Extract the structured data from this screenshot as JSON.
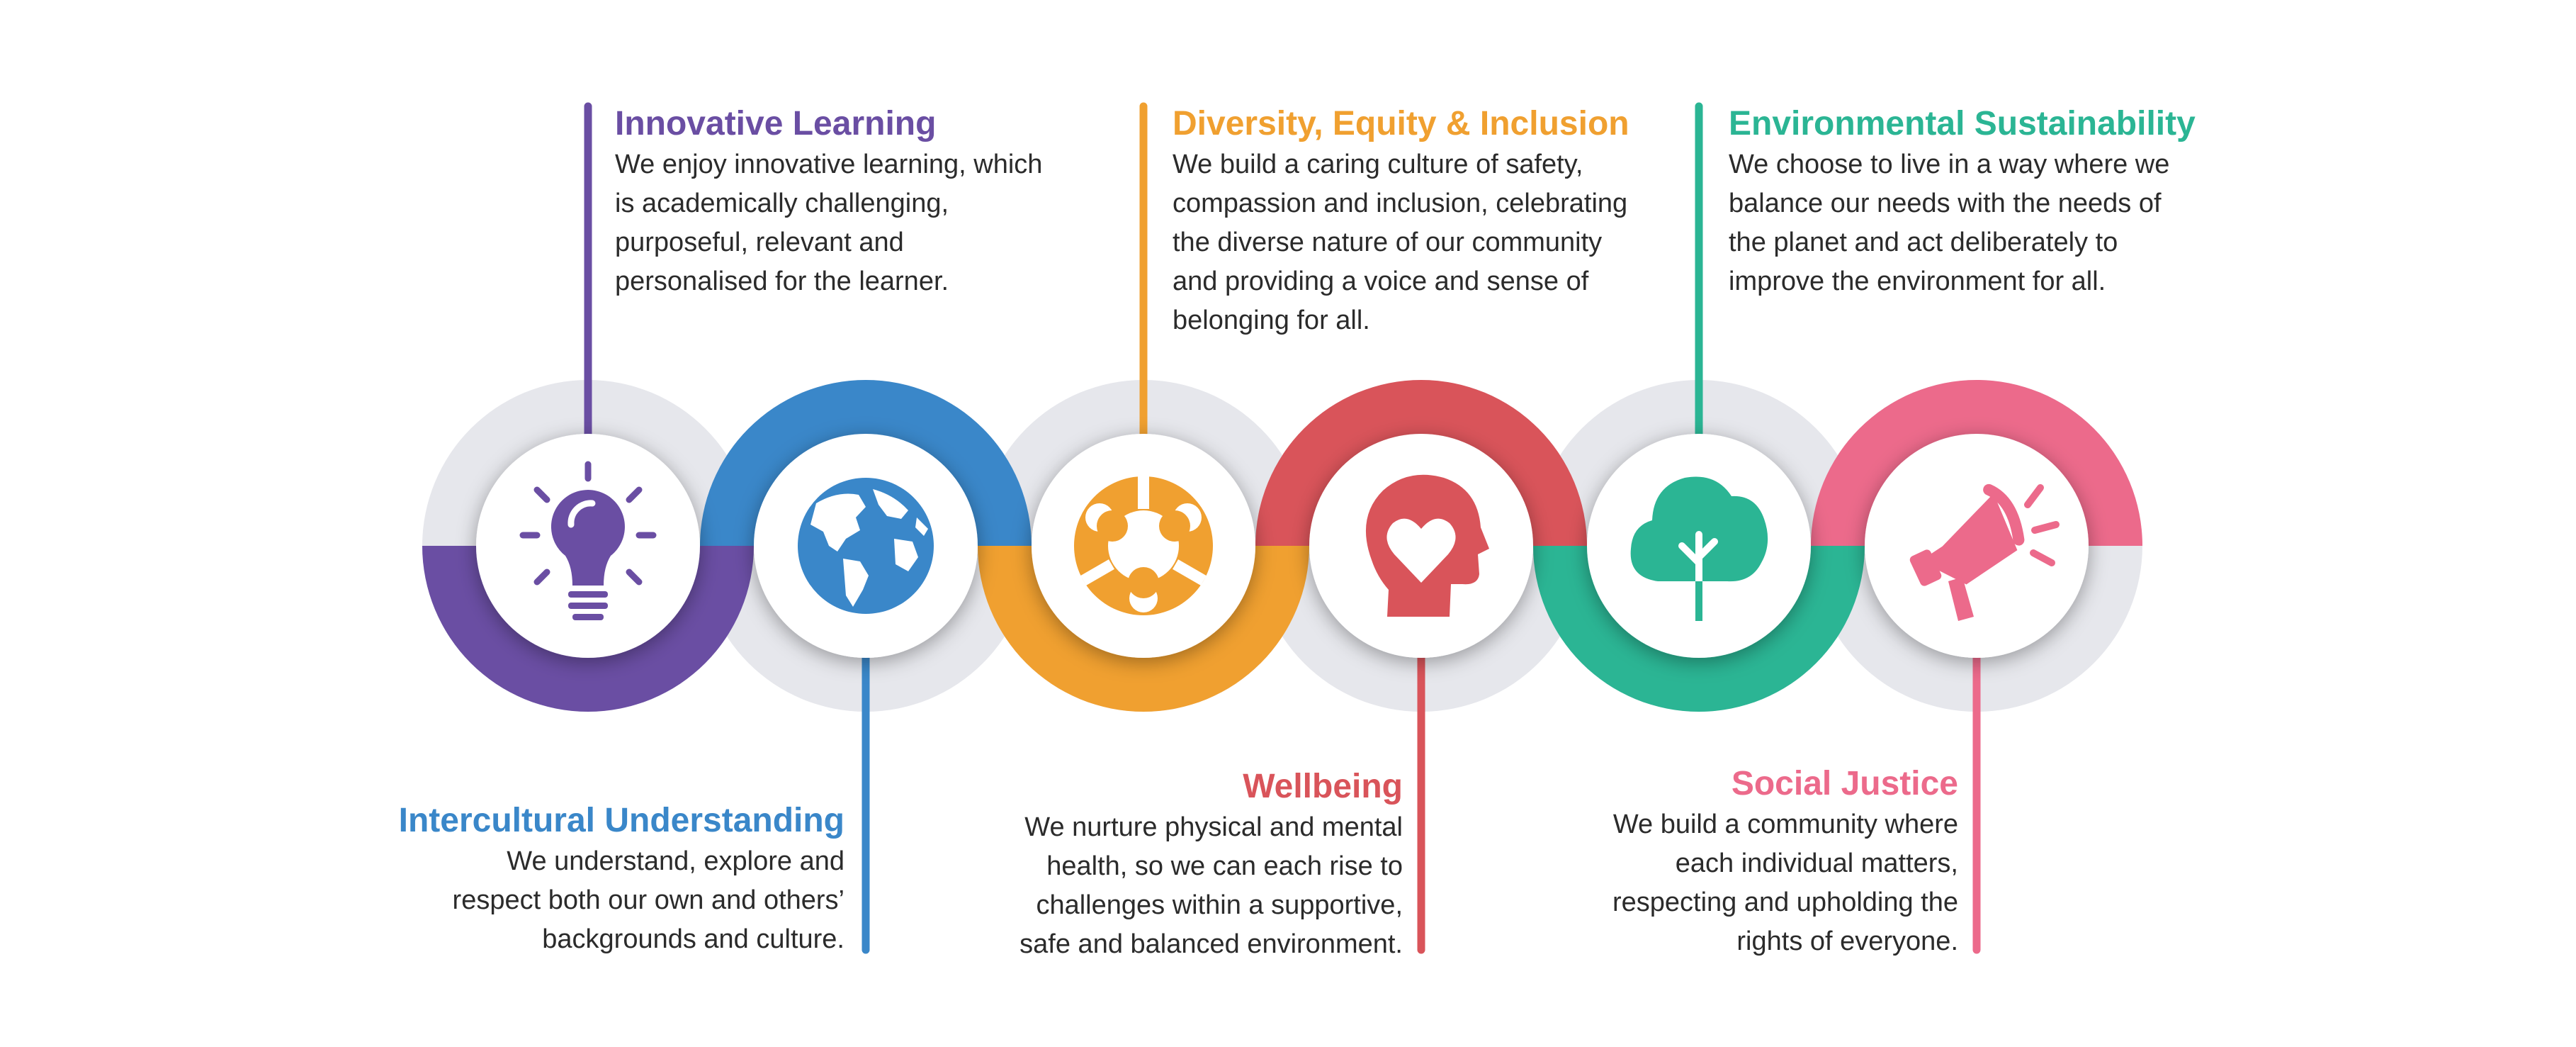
{
  "colors": {
    "innovative": "#6a4ea3",
    "intercultural": "#3a87c9",
    "dei": "#f0a030",
    "wellbeing": "#d9545a",
    "environment": "#2bb594",
    "social": "#ec6a8b",
    "track_gray": "#e6e7ec"
  },
  "values": [
    {
      "id": "innovative",
      "icon": "lightbulb-icon",
      "title": "Innovative Learning",
      "description": "We enjoy innovative learning, which\nis academically challenging,\npurposeful, relevant and\npersonalised for the learner."
    },
    {
      "id": "intercultural",
      "icon": "globe-icon",
      "title": "Intercultural Understanding",
      "description": "We understand, explore and\nrespect both our own and others’\nbackgrounds and culture."
    },
    {
      "id": "dei",
      "icon": "community-circle-icon",
      "title": "Diversity, Equity & Inclusion",
      "description": "We build a caring culture of safety,\ncompassion and inclusion, celebrating\nthe diverse nature of our community\nand providing a voice and sense of\nbelonging for all."
    },
    {
      "id": "wellbeing",
      "icon": "head-heart-icon",
      "title": "Wellbeing",
      "description": "We nurture physical and mental\nhealth, so we can each rise to\nchallenges within a supportive,\nsafe and balanced environment."
    },
    {
      "id": "environment",
      "icon": "tree-icon",
      "title": "Environmental Sustainability",
      "description": "We choose to live in a way where we\nbalance our needs with the needs of\nthe planet and act deliberately to\nimprove the environment for all."
    },
    {
      "id": "social",
      "icon": "megaphone-icon",
      "title": "Social Justice",
      "description": "We build a community where\neach individual matters,\nrespecting and upholding the\nrights of everyone."
    }
  ]
}
